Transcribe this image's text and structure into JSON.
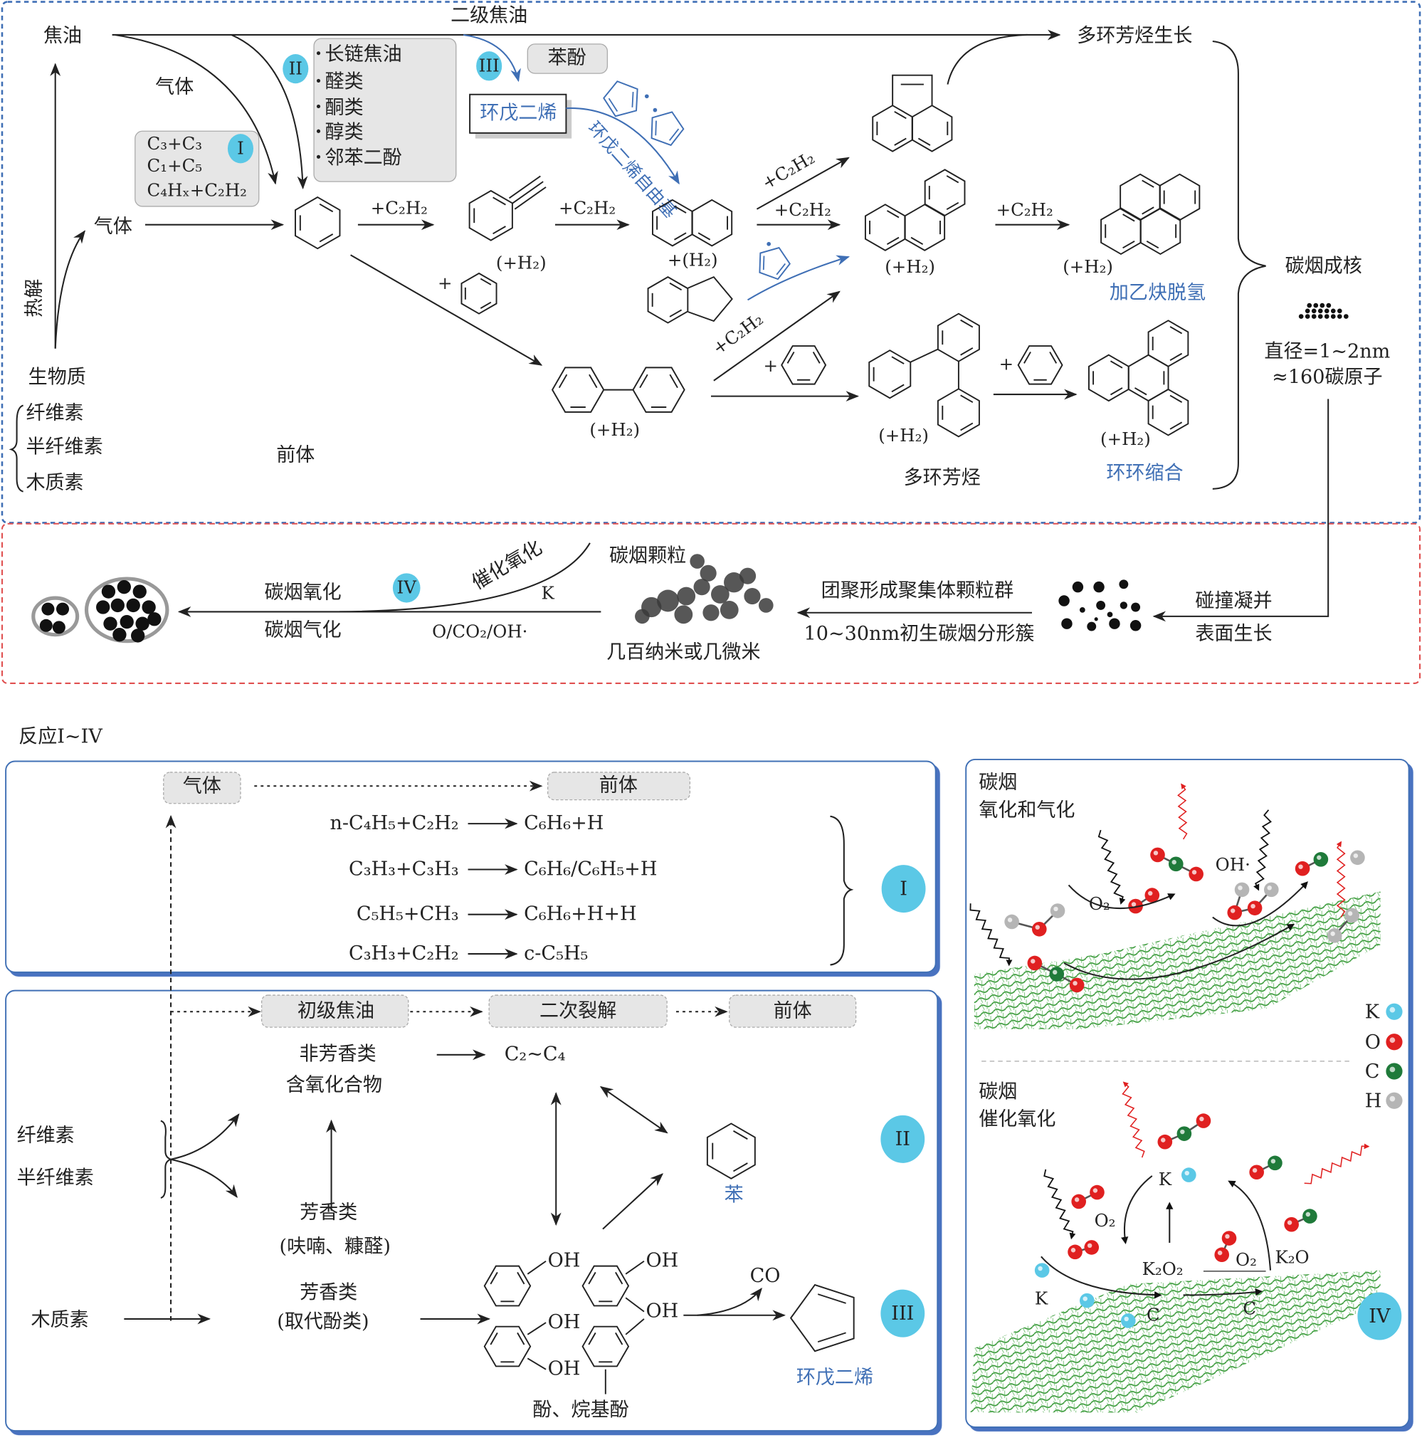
{
  "colors": {
    "accent_blue": "#3f6fb5",
    "badge": "#5bc8e6",
    "top_border": "#3f6fb5",
    "mid_border": "#e05050",
    "gray_box": "#e6e6e6",
    "lattice": "#3a9a3a",
    "K": "#5bc8e6",
    "O": "#e02020",
    "C": "#1f7a3a",
    "H": "#b5b5b5"
  },
  "top": {
    "tar": "焦油",
    "secondary_tar": "二级焦油",
    "pah_growth": "多环芳烃生长",
    "gas_upper": "气体",
    "gas_lower": "气体",
    "pyrolysis": "热解",
    "biomass": "生物质",
    "cellulose": "纤维素",
    "hemicellulose": "半纤维素",
    "lignin": "木质素",
    "precursor": "前体",
    "box_I": {
      "lines": [
        "C₃+C₃",
        "C₁+C₅",
        "C₄Hₓ+C₂H₂"
      ],
      "badge": "I"
    },
    "box_II": {
      "badge": "II",
      "items": [
        "长链焦油",
        "醛类",
        "酮类",
        "醇类",
        "邻苯二酚"
      ]
    },
    "badge_III": "III",
    "phenol": "苯酚",
    "cpd": "环戊二烯",
    "cpd_radical": "环戊二烯自由基",
    "plus_c2h2": "+C₂H₂",
    "plus_h2": "(+H₂)",
    "plus_h2_b": "+(H₂)",
    "plus": "+",
    "haca": "加乙炔脱氢",
    "pah": "多环芳烃",
    "ring_fusion": "环环缩合",
    "nucleation": "碳烟成核",
    "diameter": "直径=1~2nm",
    "carbon_atoms": "≈160碳原子"
  },
  "middle": {
    "collision": "碰撞凝并",
    "surface_growth": "表面生长",
    "agglomerate": "团聚形成聚集体颗粒群",
    "fractal": "10~30nm初生碳烟分形簇",
    "soot_particle": "碳烟颗粒",
    "size": "几百纳米或几微米",
    "oxidation": "碳烟氧化",
    "gasification": "碳烟气化",
    "badge": "IV",
    "catalytic": "催化氧化",
    "k": "K",
    "oxidants": "O/CO₂/OH·"
  },
  "reactions_title": "反应I~IV",
  "panel_I": {
    "gas": "气体",
    "precursor": "前体",
    "badge": "I",
    "equations": [
      {
        "left": "n-C₄H₅+C₂H₂",
        "right": "C₆H₆+H"
      },
      {
        "left": "C₃H₃+C₃H₃",
        "right": "C₆H₆/C₆H₅+H"
      },
      {
        "left": "C₅H₅+CH₃",
        "right": "C₆H₆+H+H"
      },
      {
        "left": "C₃H₃+C₂H₂",
        "right": "c-C₅H₅"
      }
    ]
  },
  "panel_II_III": {
    "primary_tar": "初级焦油",
    "secondary_cracking": "二次裂解",
    "precursor": "前体",
    "non_aromatic": "非芳香类",
    "oxygenates": "含氧化合物",
    "c2c4": "C₂~C₄",
    "cellulose": "纤维素",
    "hemicellulose": "半纤维素",
    "lignin": "木质素",
    "aromatics_1": "芳香类",
    "aromatics_1_sub": "(呋喃、糠醛)",
    "aromatics_2": "芳香类",
    "aromatics_2_sub": "(取代酚类)",
    "benzene": "苯",
    "oh": "OH",
    "co": "CO",
    "phenols": "酚、烷基酚",
    "cpd": "环戊二烯",
    "badge_II": "II",
    "badge_III": "III"
  },
  "panel_IV": {
    "title1_a": "碳烟",
    "title1_b": "氧化和气化",
    "title2_a": "碳烟",
    "title2_b": "催化氧化",
    "legend": [
      "K",
      "O",
      "C",
      "H"
    ],
    "o2": "O₂",
    "oh": "OH·",
    "k": "K",
    "k2o2": "K₂O₂",
    "k2o": "K₂O",
    "c": "C",
    "badge": "IV"
  }
}
